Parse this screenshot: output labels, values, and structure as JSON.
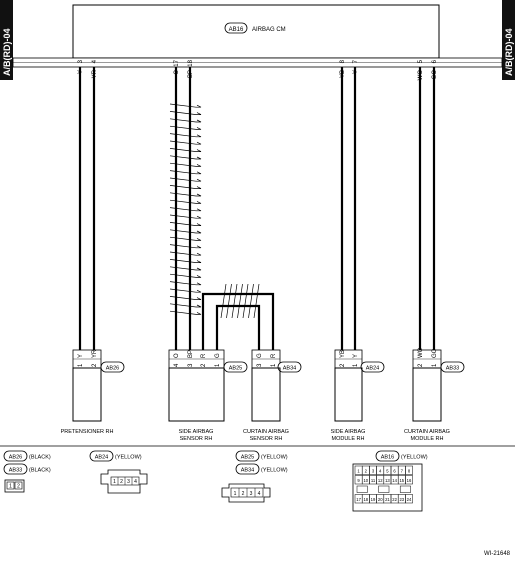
{
  "side_tab_left": "A/B(RD)-04",
  "side_tab_right": "A/B(RD)-04",
  "module": {
    "code": "AB16",
    "name": "AIRBAG CM"
  },
  "top_pins": [
    {
      "id": "w1",
      "color": "Y",
      "pin": "3"
    },
    {
      "id": "w2",
      "color": "YR",
      "pin": "4"
    },
    {
      "id": "w3",
      "color": "O",
      "pin": "17"
    },
    {
      "id": "w4",
      "color": "BP",
      "pin": "18"
    },
    {
      "id": "w5",
      "color": "YB",
      "pin": "8"
    },
    {
      "id": "w6",
      "color": "Y",
      "pin": "7"
    },
    {
      "id": "w7",
      "color": "WO",
      "pin": "5"
    },
    {
      "id": "w8",
      "color": "GO",
      "pin": "6"
    }
  ],
  "bottom_pins": [
    {
      "color": "Y",
      "pin": "1"
    },
    {
      "color": "YR",
      "pin": "2"
    },
    {
      "color": "O",
      "pin": "4"
    },
    {
      "color": "BP",
      "pin": "3"
    },
    {
      "color": "R",
      "pin": "2"
    },
    {
      "color": "G",
      "pin": "1"
    },
    {
      "color": "G",
      "pin": "3"
    },
    {
      "color": "R",
      "pin": "1"
    },
    {
      "color": "YB",
      "pin": "2"
    },
    {
      "color": "Y",
      "pin": "1"
    },
    {
      "color": "WO",
      "pin": "2"
    },
    {
      "color": "GO",
      "pin": "1"
    }
  ],
  "components": [
    {
      "code": "AB26",
      "name1": "PRETENSIONER RH",
      "name2": ""
    },
    {
      "code": "AB25",
      "name1": "SIDE AIRBAG",
      "name2": "SENSOR RH"
    },
    {
      "code": "AB34",
      "name1": "CURTAIN AIRBAG",
      "name2": "SENSOR RH"
    },
    {
      "code": "AB24",
      "name1": "SIDE AIRBAG",
      "name2": "MODULE RH"
    },
    {
      "code": "AB33",
      "name1": "CURTAIN AIRBAG",
      "name2": "MODULE RH"
    }
  ],
  "legend": [
    {
      "code": "AB26",
      "color": "(BLACK)"
    },
    {
      "code": "AB33",
      "color": "(BLACK)"
    },
    {
      "code": "AB24",
      "color": "(YELLOW)"
    },
    {
      "code": "AB25",
      "color": "(YELLOW)"
    },
    {
      "code": "AB34",
      "color": "(YELLOW)"
    },
    {
      "code": "AB16",
      "color": "(YELLOW)"
    }
  ],
  "connector_pins": {
    "c2": [
      "1",
      "2"
    ],
    "c4a": [
      "1",
      "2",
      "3",
      "4"
    ],
    "c4b": [
      "1",
      "2",
      "3",
      "4"
    ],
    "c24": [
      "1",
      "2",
      "3",
      "4",
      "5",
      "6",
      "7",
      "8",
      "9",
      "10",
      "11",
      "12",
      "13",
      "14",
      "15",
      "16",
      "17",
      "18",
      "19",
      "20",
      "21",
      "22",
      "23",
      "24"
    ]
  },
  "figure_id": "WI-21648"
}
